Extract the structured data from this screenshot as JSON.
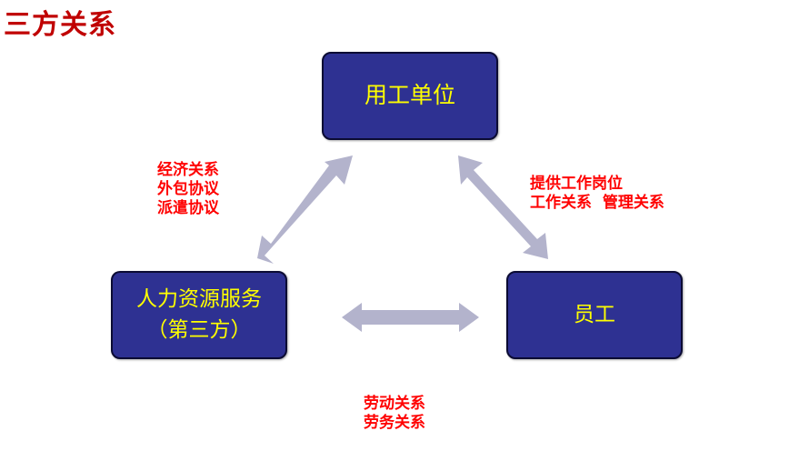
{
  "title": "三方关系",
  "nodes": {
    "employer": {
      "label": "用工单位"
    },
    "agency": {
      "line1": "人力资源服务",
      "line2": "（第三方）"
    },
    "employee": {
      "label": "员工"
    }
  },
  "relations": {
    "left": [
      "经济关系",
      "外包协议",
      "派遣协议"
    ],
    "right": [
      "提供工作岗位",
      "工作关系  管理关系"
    ],
    "bottom": [
      "劳动关系",
      "劳务关系"
    ]
  },
  "colors": {
    "node_fill": "#2e3192",
    "node_text": "#ffff00",
    "relation_text": "#ff0000",
    "arrow": "#b3b3cc",
    "title": "#c00000"
  }
}
